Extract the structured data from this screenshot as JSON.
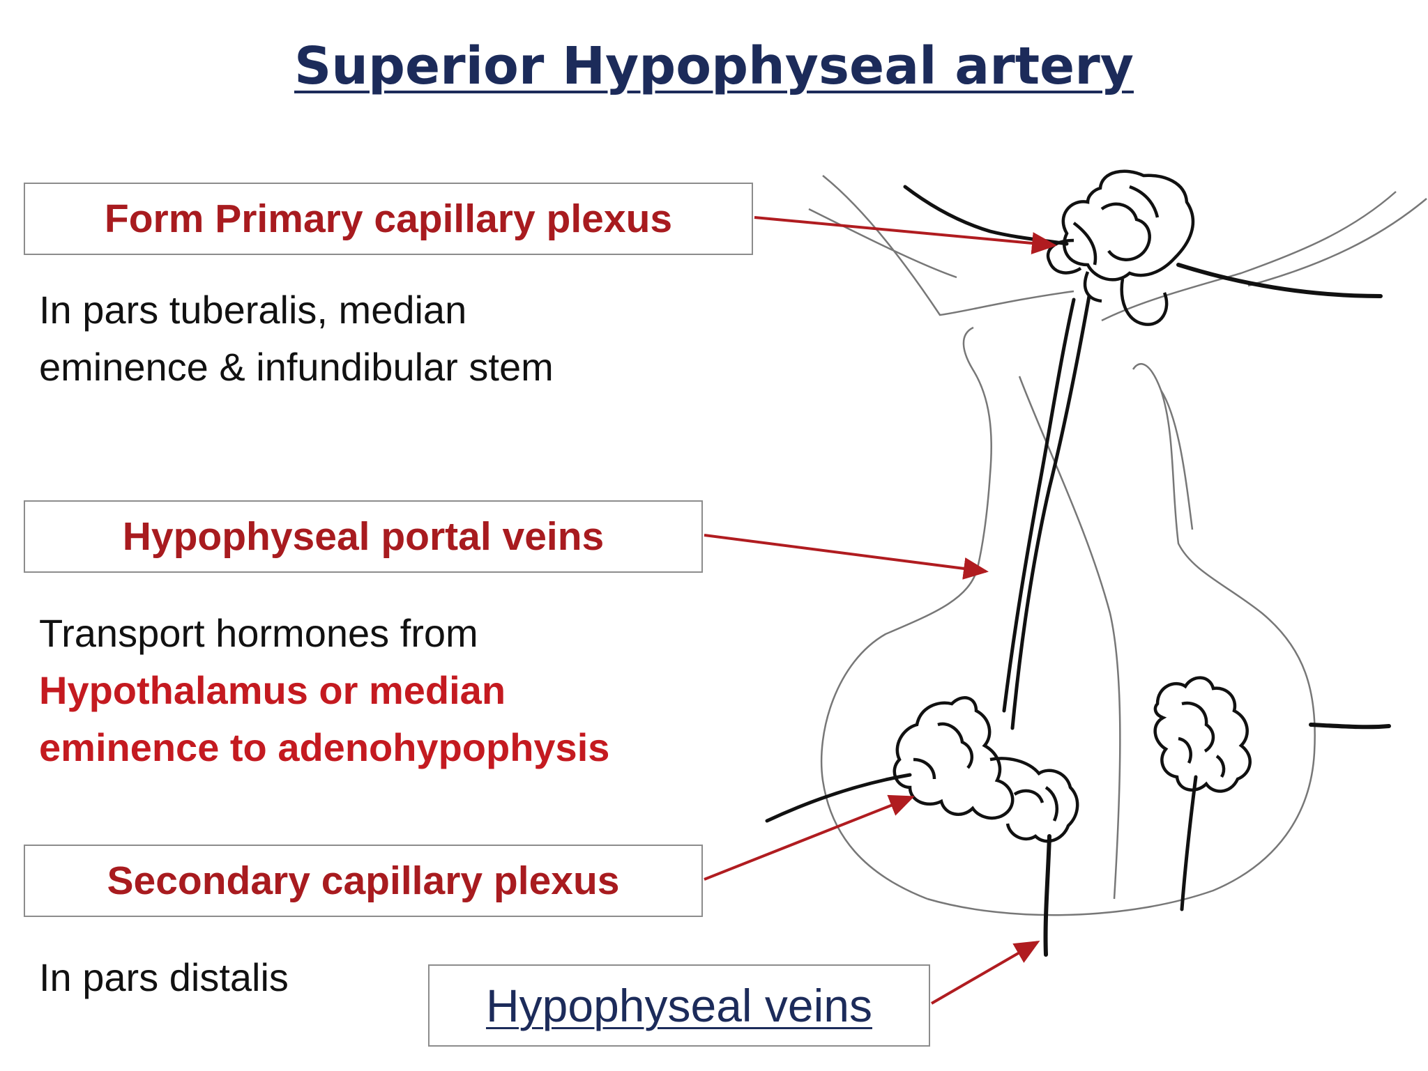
{
  "title": "Superior Hypophyseal artery",
  "labels": {
    "primary_plexus": "Form Primary capillary plexus",
    "portal_veins": "Hypophyseal portal veins",
    "secondary_plexus": "Secondary capillary plexus",
    "hypophyseal_veins": "Hypophyseal veins"
  },
  "descriptions": {
    "primary_line1": "In pars tuberalis, median",
    "primary_line2": "eminence & infundibular stem",
    "portal_line1": "Transport hormones from",
    "portal_line2": "Hypothalamus or median",
    "portal_line3": "eminence to adenohypophysis",
    "secondary_line1": "In pars distalis"
  },
  "colors": {
    "title": "#1c2b5a",
    "label_red": "#a81b1f",
    "highlight_red": "#c41a20",
    "arrow": "#b01c20",
    "outline": "#8c8c8c",
    "vessel": "#111111"
  }
}
